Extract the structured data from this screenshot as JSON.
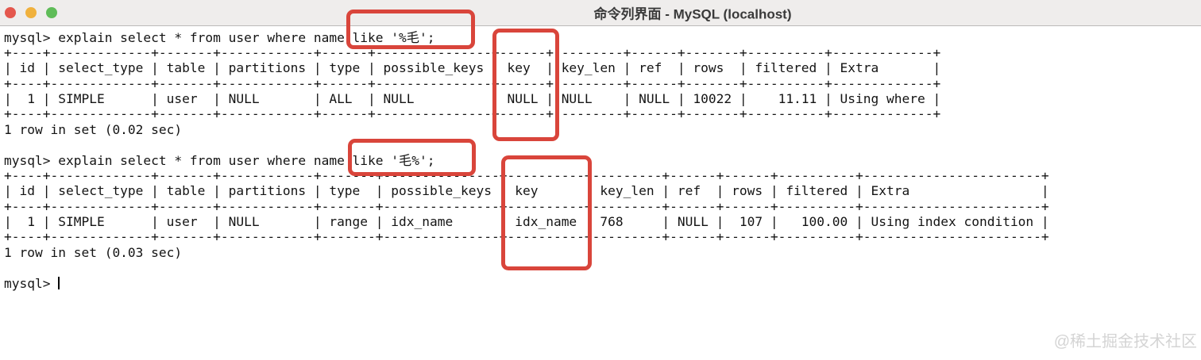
{
  "window": {
    "title": "命令列界面 - MySQL (localhost)",
    "traffic_lights": [
      "close",
      "minimize",
      "zoom"
    ]
  },
  "colors": {
    "titlebar_bg": "#efedec",
    "traffic_close": "#e4574d",
    "traffic_minimize": "#f0b13d",
    "traffic_zoom": "#5fbc58",
    "annotation_red": "#d9453b",
    "terminal_bg": "#ffffff",
    "terminal_text": "#141414",
    "watermark_gray": "#d4d4d4"
  },
  "terminal": {
    "lines": [
      "mysql> explain select * from user where name like '%毛';",
      "+----+-------------+-------+------------+------+---------------+------+---------+------+-------+----------+-------------+",
      "| id | select_type | table | partitions | type | possible_keys | key  | key_len | ref  | rows  | filtered | Extra       |",
      "+----+-------------+-------+------------+------+---------------+------+---------+------+-------+----------+-------------+",
      "|  1 | SIMPLE      | user  | NULL       | ALL  | NULL          | NULL | NULL    | NULL | 10022 |    11.11 | Using where |",
      "+----+-------------+-------+------------+------+---------------+------+---------+------+-------+----------+-------------+",
      "1 row in set (0.02 sec)",
      "",
      "mysql> explain select * from user where name like '毛%';",
      "+----+-------------+-------+------------+-------+---------------+----------+---------+------+------+----------+-----------------------+",
      "| id | select_type | table | partitions | type  | possible_keys | key      | key_len | ref  | rows | filtered | Extra                 |",
      "+----+-------------+-------+------------+-------+---------------+----------+---------+------+------+----------+-----------------------+",
      "|  1 | SIMPLE      | user  | NULL       | range | idx_name      | idx_name | 768     | NULL |  107 |   100.00 | Using index condition |",
      "+----+-------------+-------+------------+-------+---------------+----------+---------+------+------+----------+-----------------------+",
      "1 row in set (0.03 sec)",
      ""
    ],
    "prompt": "mysql> ",
    "queries": [
      {
        "command": "explain select * from user where name like '%毛';",
        "result_columns": [
          "id",
          "select_type",
          "table",
          "partitions",
          "type",
          "possible_keys",
          "key",
          "key_len",
          "ref",
          "rows",
          "filtered",
          "Extra"
        ],
        "result_rows": [
          [
            "1",
            "SIMPLE",
            "user",
            "NULL",
            "ALL",
            "NULL",
            "NULL",
            "NULL",
            "NULL",
            "10022",
            "11.11",
            "Using where"
          ]
        ],
        "summary": "1 row in set (0.02 sec)"
      },
      {
        "command": "explain select * from user where name like '毛%';",
        "result_columns": [
          "id",
          "select_type",
          "table",
          "partitions",
          "type",
          "possible_keys",
          "key",
          "key_len",
          "ref",
          "rows",
          "filtered",
          "Extra"
        ],
        "result_rows": [
          [
            "1",
            "SIMPLE",
            "user",
            "NULL",
            "range",
            "idx_name",
            "idx_name",
            "768",
            "NULL",
            "107",
            "100.00",
            "Using index condition"
          ]
        ],
        "summary": "1 row in set (0.03 sec)"
      }
    ]
  },
  "watermark": "@稀土掘金技术社区"
}
